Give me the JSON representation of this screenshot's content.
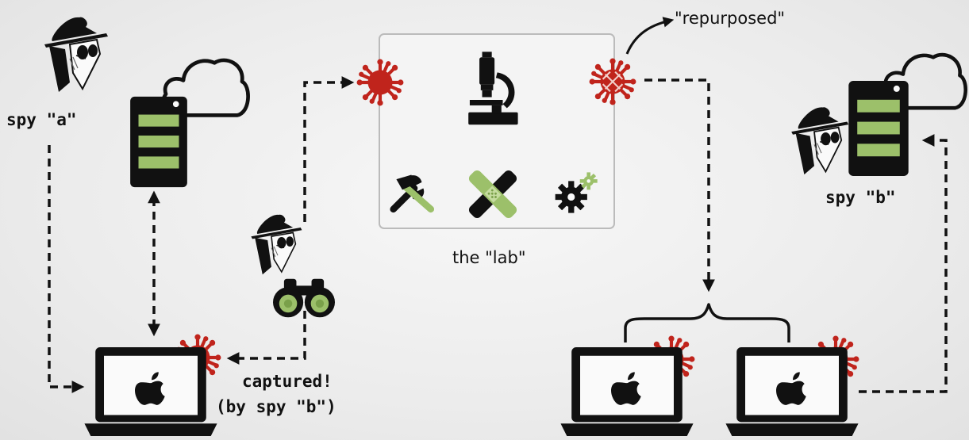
{
  "labels": {
    "spy_a": "spy \"a\"",
    "spy_b": "spy \"b\"",
    "lab": "the \"lab\"",
    "repurposed": "\"repurposed\"",
    "captured_line1": "captured!",
    "captured_line2": "(by spy \"b\")"
  },
  "icons": {
    "spy": "spy-icon",
    "server": "server-icon",
    "cloud": "cloud-icon",
    "laptop": "laptop-icon",
    "apple_logo": "apple-logo-icon",
    "malware": "malware-virus-icon",
    "microscope": "microscope-icon",
    "tools": "tools-icon",
    "bandage": "bandage-icon",
    "gear": "gear-icon",
    "binoculars": "binoculars-icon"
  },
  "colors": {
    "malware_red": "#c0241c",
    "accent_green": "#9cc06a",
    "ink": "#111111",
    "lab_box_fill": "#f4f4f4",
    "lab_box_border": "#bbbbbb",
    "arrow_grey": "#aaaaaa"
  }
}
